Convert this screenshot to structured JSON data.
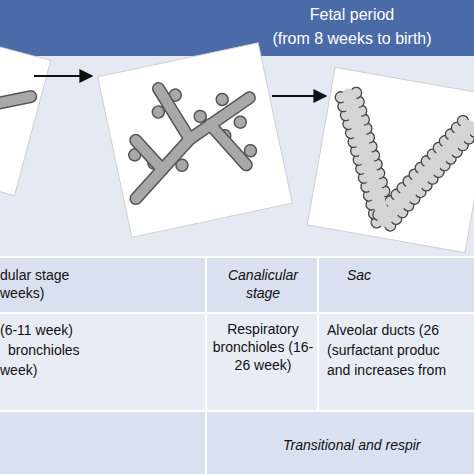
{
  "diagram": {
    "nodes": [
      {
        "text": [
          "Fetal period",
          "(from 8 weeks to birth)"
        ]
      },
      {
        "text": [
          "dular stage",
          "weeks)"
        ]
      },
      {
        "text": [
          "Canalicular stage"
        ]
      },
      {
        "text": [
          "Sac"
        ]
      },
      {
        "text": [
          "(6-11 week)",
          "bronchioles",
          "week)"
        ]
      },
      {
        "text": [
          "Respiratory bronchioles (16-26 week)"
        ]
      },
      {
        "text": [
          "Alveolar ducts (26",
          "(surfactant produc",
          "and increases from"
        ]
      },
      {
        "text": [
          "Transitional and respir"
        ]
      }
    ]
  }
}
